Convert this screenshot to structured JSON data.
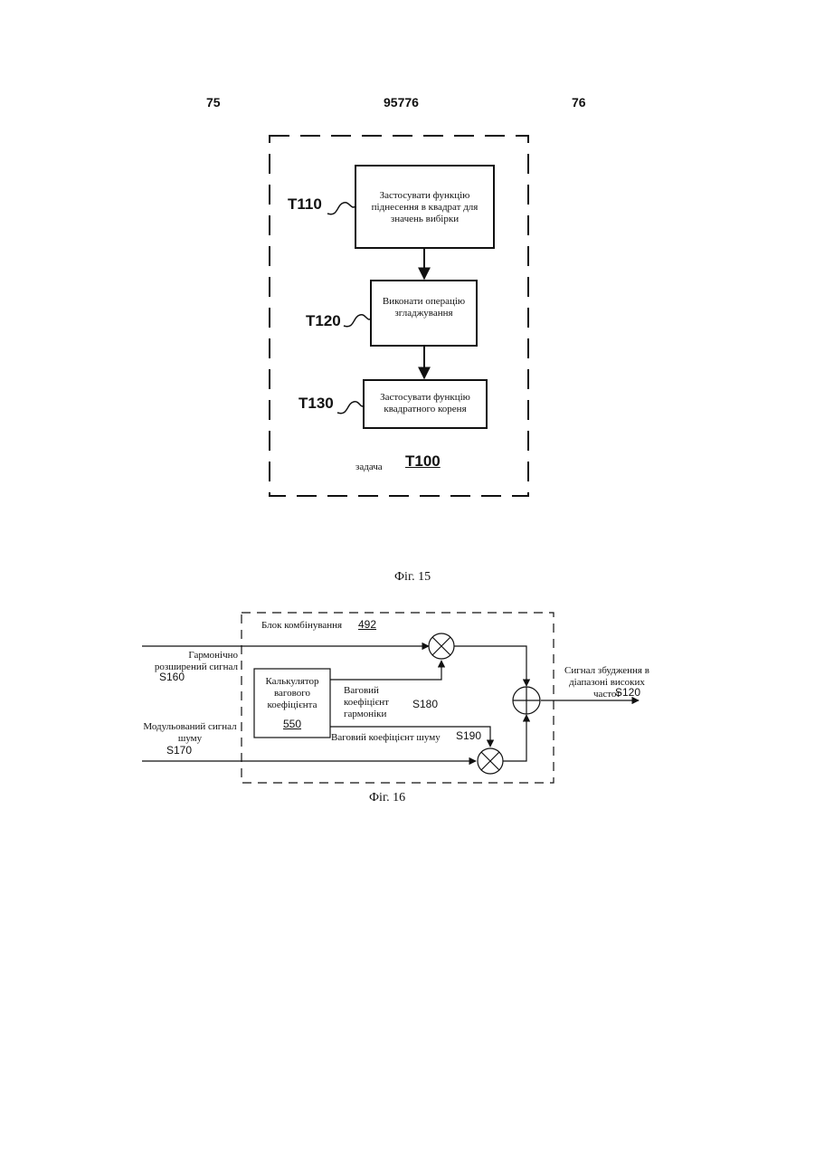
{
  "header": {
    "left_page": "75",
    "doc_number": "95776",
    "right_page": "76"
  },
  "fig15": {
    "caption": "Фіг. 15",
    "task_word": "задача",
    "task_id": "T100",
    "steps": [
      {
        "id": "T110",
        "text": "Застосувати функцію піднесення в квадрат для значень вибірки"
      },
      {
        "id": "T120",
        "text": "Виконати операцію згладжування"
      },
      {
        "id": "T130",
        "text": "Застосувати функцію квадратного кореня"
      }
    ]
  },
  "fig16": {
    "caption": "Фіг. 16",
    "block_label": "Блок комбінування",
    "block_id": "492",
    "calc_label": "Калькулятор вагового коефіцієнта",
    "calc_id": "550",
    "harmonic_input": "Гармонічно розширений сигнал",
    "harmonic_input_id": "S160",
    "noise_input": "Модульований сигнал шуму",
    "noise_input_id": "S170",
    "harmonic_weight": "Ваговий коефіцієнт гармоніки",
    "harmonic_weight_id": "S180",
    "noise_weight": "Ваговий коефіцієнт шуму",
    "noise_weight_id": "S190",
    "output": "Сигнал збудження в діапазоні високих частот",
    "output_id": "S120"
  }
}
